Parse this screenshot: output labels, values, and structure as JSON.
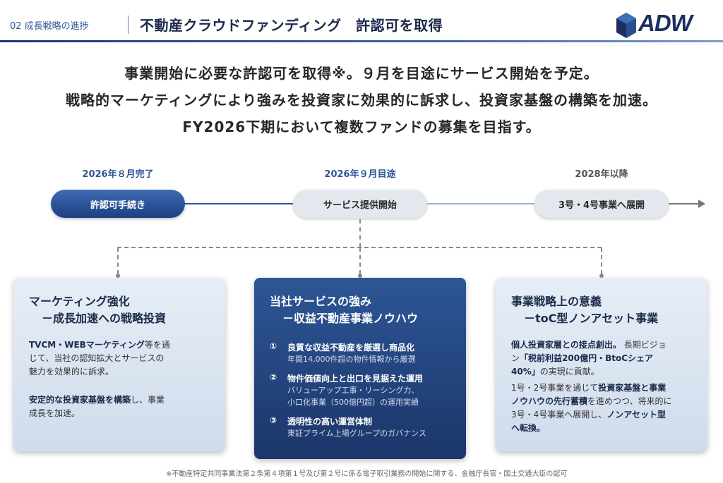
{
  "header": {
    "section": "02 成長戦略の進捗",
    "title": "不動産クラウドファンディング　許認可を取得",
    "logo_text": "ADW"
  },
  "lead": {
    "line1": "事業開始に必要な許認可を取得※。９月を目途にサービス開始を予定。",
    "line2": "戦略的マーケティングにより強みを投資家に効果的に訴求し、投資家基盤の構築を加速。",
    "line3": "FY2026下期において複数ファンドの募集を目指す。"
  },
  "timeline": [
    {
      "date": "2026年８月完了",
      "label": "許認可手続き"
    },
    {
      "date": "2026年９月目途",
      "label": "サービス提供開始"
    },
    {
      "date": "2028年以降",
      "label": "3号・4号事業へ展開"
    }
  ],
  "cards": {
    "left": {
      "title1": "マーケティング強化",
      "title2": "－成長加速への戦略投資",
      "p1_bold": "TVCM・WEBマーケティング",
      "p1_rest1": "等を通",
      "p1_line2": "じて、当社の認知拡大とサービスの",
      "p1_line3": "魅力を効果的に訴求。",
      "p2_bold": "安定的な投資家基盤を構築",
      "p2_rest1": "し、事業",
      "p2_line2": "成長を加速。"
    },
    "center": {
      "title1": "当社サービスの強み",
      "title2": "－収益不動産事業ノウハウ",
      "items": [
        {
          "num": "①",
          "head": "良質な収益不動産を厳選し商品化",
          "sub1": "年間14,000件超の物件情報から厳選",
          "sub2": ""
        },
        {
          "num": "②",
          "head": "物件価値向上と出口を見据えた運用",
          "sub1": "バリューアップ工事・リーシング力、",
          "sub2": "小口化事業（500億円超）の運用実績"
        },
        {
          "num": "③",
          "head": "透明性の高い運営体制",
          "sub1": "東証プライム上場グループのガバナンス",
          "sub2": ""
        }
      ]
    },
    "right": {
      "title1": "事業戦略上の意義",
      "title2": "－toC型ノンアセット事業",
      "p1_bold": "個人投資家層との接点創出。",
      "p1_rest1": " 長期ビジョ",
      "p1_line2_a": "ン",
      "p1_line2_bold": "「税前利益200億円・BtoCシェア",
      "p1_line3_bold": "40%」",
      "p1_line3_rest": "の実現に貢献。",
      "p2_line1_a": "1号・2号事業を通じて",
      "p2_line1_bold": "投資家基盤と事業",
      "p2_line2_bold": "ノウハウの先行蓄積",
      "p2_line2_rest": "を進めつつ、将来的に",
      "p2_line3_a": "3号・4号事業へ展開し、",
      "p2_line3_bold": "ノンアセット型",
      "p2_line4_bold": "へ転換。"
    }
  },
  "footnote": "※不動産特定共同事業法第２条第４項第１号及び第２号に係る電子取引業務の開始に関する、金融庁長官・国土交通大臣の認可"
}
